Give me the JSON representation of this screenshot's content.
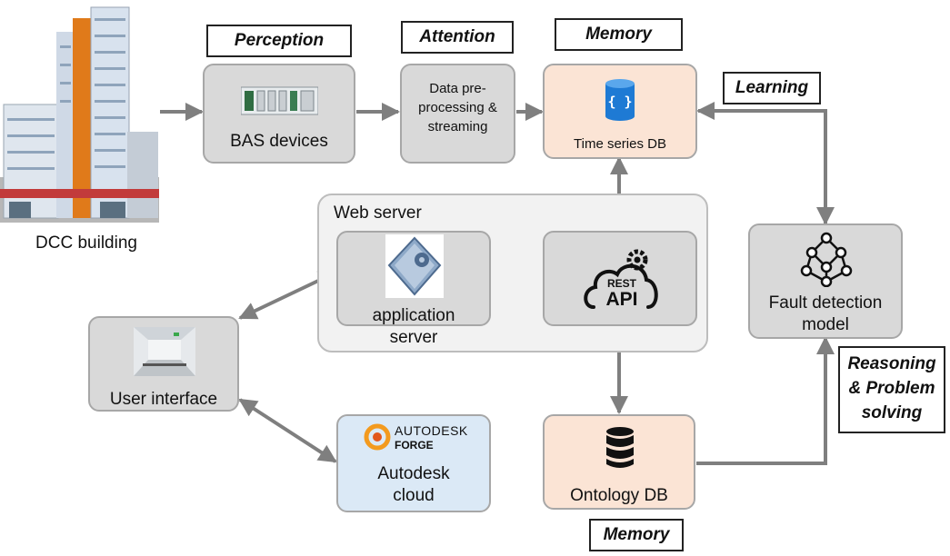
{
  "building": {
    "label": "DCC building"
  },
  "nodes": {
    "bas": {
      "label": "BAS devices"
    },
    "preproc": {
      "label_lines": [
        "Data pre-",
        "processing &",
        "streaming"
      ]
    },
    "tsdb": {
      "label": "Time series DB"
    },
    "webserver": {
      "label": "Web server"
    },
    "appserver": {
      "label_lines": [
        "application",
        "server"
      ]
    },
    "rest": {
      "label_lines": [
        "REST",
        "API"
      ]
    },
    "fault": {
      "label_lines": [
        "Fault detection",
        "model"
      ]
    },
    "ui": {
      "label": "User interface"
    },
    "autodesk": {
      "logo_lines": [
        "AUTODESK",
        "FORGE"
      ],
      "label_lines": [
        "Autodesk",
        "cloud"
      ]
    },
    "ontology": {
      "label": "Ontology DB"
    }
  },
  "tags": {
    "perception": "Perception",
    "attention": "Attention",
    "memory_top": "Memory",
    "learning": "Learning",
    "reasoning_lines": [
      "Reasoning",
      "& Problem",
      "solving"
    ],
    "memory_bottom": "Memory"
  },
  "colors": {
    "node_gray": "#d9d9d9",
    "node_peach": "#fbe4d5",
    "node_blue": "#dbe9f6",
    "arrow": "#7f7f7f",
    "db_blue": "#1e7ad4",
    "forge_orange": "#f39a1e"
  },
  "icons": {
    "building": "building-photo",
    "bas": "bas-devices-image",
    "tsdb": "database-icon",
    "appserver": "server-icon",
    "rest": "cloud-gear-icon",
    "fault": "network-graph-icon",
    "ui": "interface-photo",
    "autodesk": "autodesk-logo-icon",
    "ontology": "database-stack-icon"
  }
}
